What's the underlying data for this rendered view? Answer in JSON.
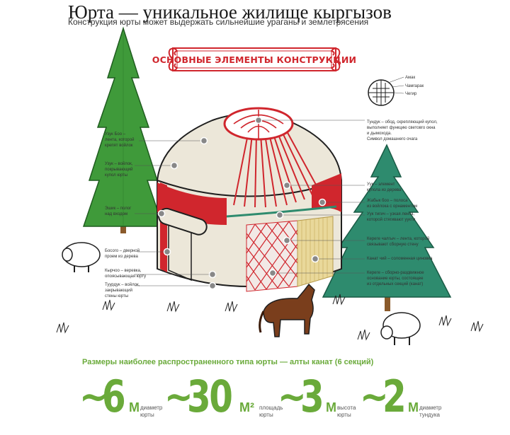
{
  "title": "Юрта — уникальное жилище кыргызов",
  "subtitle": "Конструкция юрты может выдержать сильнейшие ураганы и землетрясения",
  "banner": "ОСНОВНЫЕ ЭЛЕМЕНТЫ КОНСТРУКЦИИ",
  "tunduk_legend": {
    "items": [
      "Амак",
      "Чамгарак",
      "Чегир"
    ]
  },
  "labels": {
    "tunduk": [
      "Тундук – обод, скрепляющий купол,",
      "выполняет функцию световго окна",
      "и дымохода.",
      "Символ домашнего очага"
    ],
    "uzuk_boo": [
      "Узук Боо –",
      "лента, которой",
      "крепят войлок"
    ],
    "uzuk": [
      "Узук – войлок,",
      "покрывающий",
      "купол юрты"
    ],
    "eshik": [
      "Эшик – полог",
      "над входом"
    ],
    "bosogo": [
      "Босого – дверной",
      "проем из дерева"
    ],
    "kyrchoo": [
      "Кырчоо – веревка,",
      "опоясывающая юрту"
    ],
    "tuurduk": [
      "Туурдук – войлок,",
      "закрывающий",
      "стены юрты"
    ],
    "uuk": [
      "Уук – элемент",
      "купола из дерева"
    ],
    "jabyk_boo": [
      "Жабык боо – полоса",
      "из войлока с орнаментом"
    ],
    "uuk_tigich": [
      "Уук тигич – узкая лента,",
      "которой стягивают уукти"
    ],
    "kerege_chalgych": [
      "Кереге чалгыч – лента, которой",
      "связывают сборную стену"
    ],
    "kanat_chii": [
      "Канат чий – соломенная циновка"
    ],
    "kerege": [
      "Кереге – сборно-раздвижное",
      "основание юрты, состоящее",
      "из отдельных секций (канат)"
    ]
  },
  "sizes_heading": "Размеры наиболее распространенного типа юрты — алты канат (6 секций)",
  "stats": [
    {
      "tilde": "~",
      "value": "6",
      "unit": "М",
      "caption": [
        "диаметр",
        "юрты"
      ]
    },
    {
      "tilde": "~",
      "value": "30",
      "unit": "М²",
      "caption": [
        "площадь",
        "юрты"
      ]
    },
    {
      "tilde": "~",
      "value": "3",
      "unit": "М",
      "caption": [
        "высота",
        "юрты"
      ]
    },
    {
      "tilde": "~",
      "value": "2",
      "unit": "М",
      "caption": [
        "диаметр",
        "тундука"
      ]
    }
  ],
  "colors": {
    "green": "#6aaa3a",
    "red": "#d0262d",
    "felt": "#ece7d9",
    "tree_left": "#3f9a3a",
    "tree_right": "#2e8b6e"
  }
}
